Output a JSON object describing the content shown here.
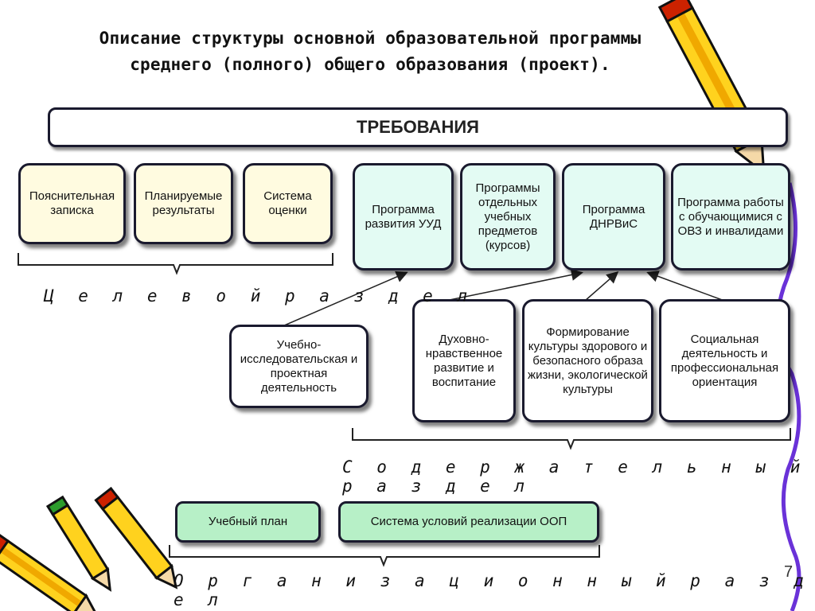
{
  "title": {
    "line1": "Описание структуры основной образовательной программы",
    "line2": "среднего (полного) общего образования (проект)."
  },
  "requirements": "ТРЕБОВАНИЯ",
  "target_section": {
    "label": "Ц е л е в о й   р а з д е л",
    "boxes": [
      "Пояснительная записка",
      "Планируемые результаты",
      "Система оценки"
    ]
  },
  "programs": [
    "Программа развития УУД",
    "Программы отдельных учебных предметов (курсов)",
    "Программа ДНРВиС",
    "Программа работы с обучающимися с ОВЗ и инвалидами"
  ],
  "activities": [
    "Учебно-исследовательская и проектная деятельность",
    "Духовно-нравственное развитие и воспитание",
    "Формирование культуры здорового и безопасного образа жизни, экологической культуры",
    "Социальная деятельность и профессиональная ориентация"
  ],
  "content_section_label": "С о д е р ж а т е л ь н ы й   р а з д е л",
  "org_section": {
    "label": "О р г а н и з а ц и о н н ы й   р а з д е л",
    "boxes": [
      "Учебный план",
      "Система условий реализации ООП"
    ]
  },
  "page_number": "7"
}
